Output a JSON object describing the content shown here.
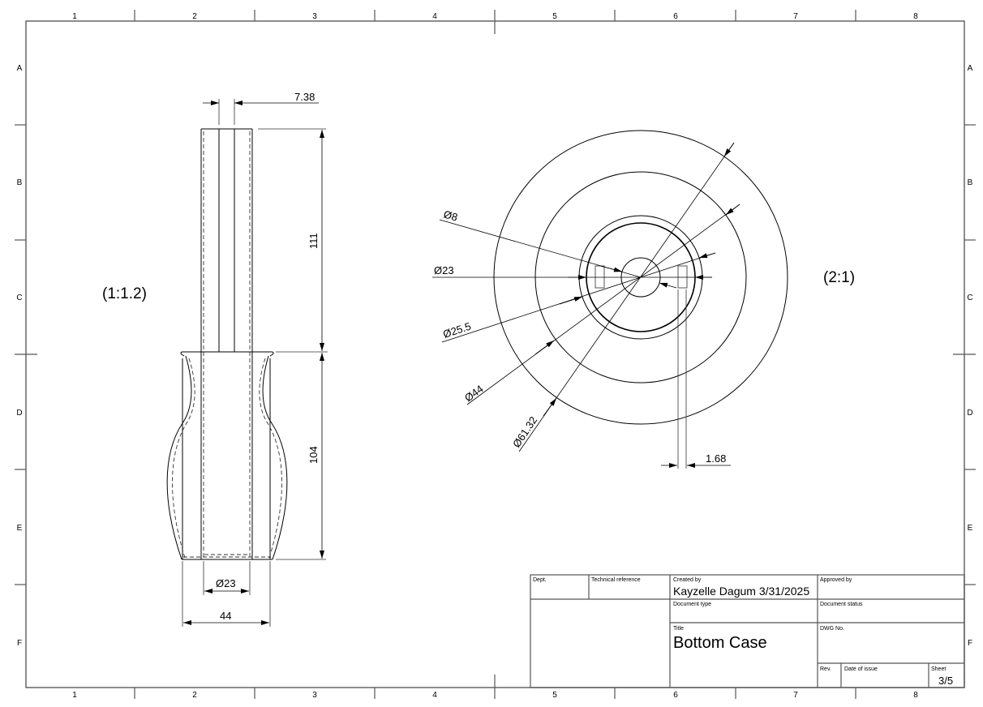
{
  "sheet": {
    "column_labels": [
      "1",
      "2",
      "3",
      "4",
      "5",
      "6",
      "7",
      "8"
    ],
    "row_labels": [
      "A",
      "B",
      "C",
      "D",
      "E",
      "F"
    ]
  },
  "views": {
    "side_view": {
      "scale_label": "(1:1.2)",
      "dimensions": {
        "wall_width": "7.38",
        "upper_height": "111",
        "lower_height": "104",
        "inner_diameter": "Ø23",
        "outer_width": "44"
      }
    },
    "top_view": {
      "scale_label": "(2:1)",
      "dimensions": {
        "d8": "Ø8",
        "d23": "Ø23",
        "d25_5": "Ø25.5",
        "d44": "Ø44",
        "d61_32": "Ø61.32",
        "slot_width": "1.68"
      }
    }
  },
  "title_block": {
    "dept_label": "Dept.",
    "dept_value": "",
    "technical_reference_label": "Technical reference",
    "created_by_label": "Created by",
    "created_by_value": "Kayzelle Dagum 3/31/2025",
    "approved_by_label": "Approved by",
    "document_type_label": "Document type",
    "document_status_label": "Document status",
    "title_label": "Title",
    "title_value": "Bottom Case",
    "dwg_no_label": "DWG No.",
    "rev_label": "Rev.",
    "date_of_issue_label": "Date of issue",
    "sheet_label": "Sheet",
    "sheet_value": "3/5"
  }
}
